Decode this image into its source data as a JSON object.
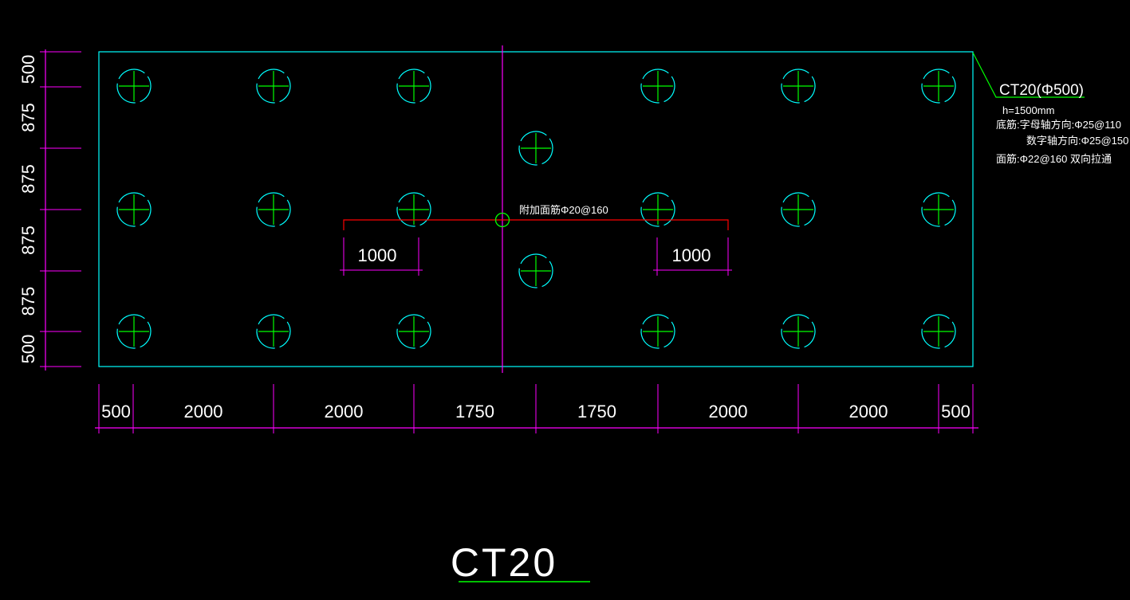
{
  "drawing": {
    "title": "CT20",
    "label": "CT20(Φ500)",
    "notes": [
      "h=1500mm",
      "底筋:字母轴方向:Φ25@110",
      "数字轴方向:Φ25@150",
      "面筋:Φ22@160 双向拉通"
    ],
    "additional_rebar": "附加面筋Φ20@160",
    "inner_dims": [
      "1000",
      "1000"
    ],
    "vertical_dims": [
      "500",
      "875",
      "875",
      "875",
      "875",
      "500"
    ],
    "horizontal_dims": [
      "500",
      "2000",
      "2000",
      "1750",
      "1750",
      "2000",
      "2000",
      "500"
    ],
    "colors": {
      "outline": "#00ffff",
      "dimension": "#ff00ff",
      "pile_cross": "#00ff00",
      "pile_circle": "#00ffff",
      "leader": "#00ff00",
      "rebar_line": "#ff0000",
      "axis": "#ff00ff",
      "background": "#000000",
      "text": "#ffffff"
    }
  }
}
